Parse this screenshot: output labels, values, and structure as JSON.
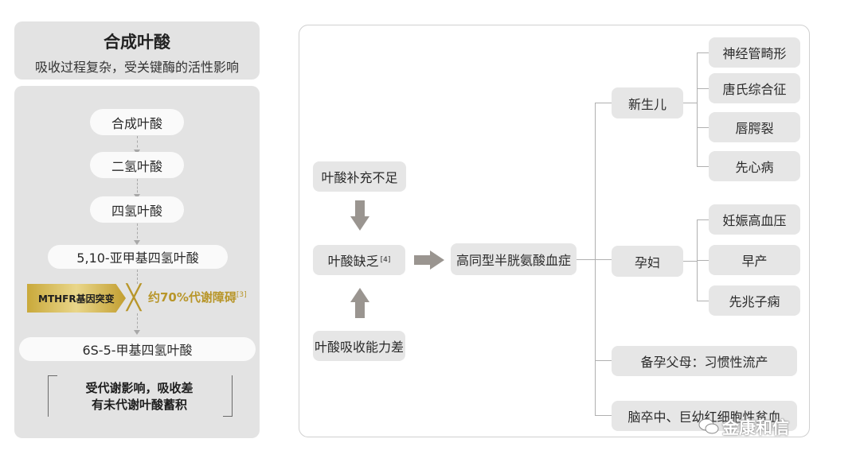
{
  "left": {
    "title": "合成叶酸",
    "subtitle": "吸收过程复杂，受关键酶的活性影响",
    "steps": [
      "合成叶酸",
      "二氢叶酸",
      "四氢叶酸",
      "5,10-亚甲基四氢叶酸",
      "6S-5-甲基四氢叶酸"
    ],
    "mutation_label": "MTHFR基因突变",
    "mutation_effect": "约70%代谢障碍",
    "mutation_ref": "[3]",
    "conclusion_line1": "受代谢影响，吸收差",
    "conclusion_line2": "有未代谢叶酸蓄积"
  },
  "right": {
    "cause1": "叶酸补充不足",
    "center": "叶酸缺乏",
    "center_ref": "[4]",
    "cause2": "叶酸吸收能力差",
    "result": "高同型半胱氨酸血症",
    "newborn": "新生儿",
    "newborn_items": [
      "神经管畸形",
      "唐氏综合征",
      "唇腭裂",
      "先心病"
    ],
    "pregnant": "孕妇",
    "pregnant_items": [
      "妊娠高血压",
      "早产",
      "先兆子痫"
    ],
    "parents": "备孕父母：习惯性流产",
    "stroke": "脑卒中、巨幼红细胞性贫血"
  },
  "watermark": "金康和信",
  "colors": {
    "gold": "#b8962a",
    "panel": "#e3e3e3",
    "box": "#e6e6e6",
    "arrow": "#9a9590"
  }
}
